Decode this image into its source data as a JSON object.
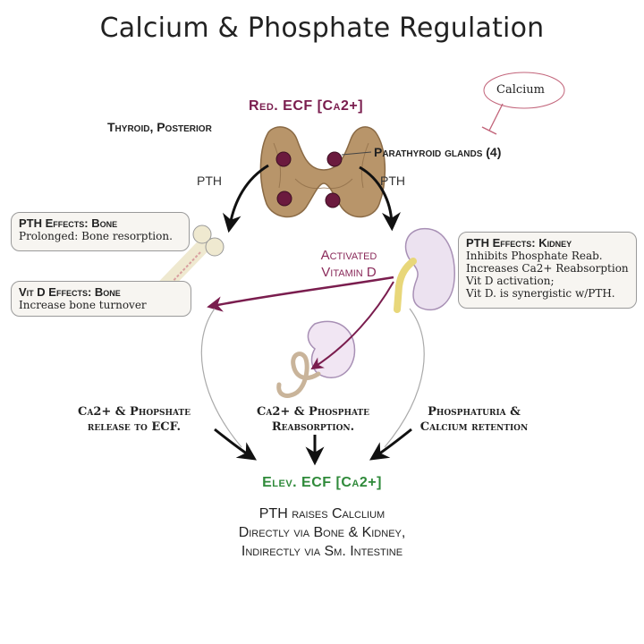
{
  "title": "Calcium & Phosphate Regulation",
  "top_label": "Red. ECF [Ca2+]",
  "calcium_label": "Calcium",
  "thyroid_label": "Thyroid, Posterior",
  "parathyroid_label": "Parathyroid glands (4)",
  "pth_left": "PTH",
  "pth_right": "PTH",
  "vitamin_d": {
    "line1": "Activated",
    "line2": "Vitamin D"
  },
  "bone_box": {
    "heading": "PTH Effects: Bone",
    "lines": [
      "Prolonged: Bone resorption."
    ]
  },
  "vitd_box": {
    "heading": "Vit D Effects: Bone",
    "lines": [
      "Increase bone turnover"
    ]
  },
  "kidney_box": {
    "heading": "PTH Effects: Kidney",
    "lines": [
      "Inhibits Phosphate Reab.",
      "Increases Ca2+ Reabsorption",
      "Vit D activation;",
      "Vit D. is synergistic w/PTH."
    ]
  },
  "outcomes": {
    "bone": {
      "line1": "Ca2+ & Phopshate",
      "line2": "release to ECF."
    },
    "intestine": {
      "line1": "Ca2+ & Phosphate",
      "line2": "Reabsorption."
    },
    "kidney": {
      "line1": "Phosphaturia &",
      "line2": "Calcium retention"
    }
  },
  "bottom_label": "Elev. ECF [Ca2+]",
  "note": {
    "line1": "PTH raises Calclium",
    "line2": "Directly via Bone & Kidney,",
    "line3": "Indirectly via Sm. Intestine"
  },
  "colors": {
    "maroon": "#7a1d4e",
    "green": "#2f8a3a",
    "thyroid": "#b8956a",
    "gland": "#6b1a3e",
    "kidney": "#ece2f0"
  }
}
